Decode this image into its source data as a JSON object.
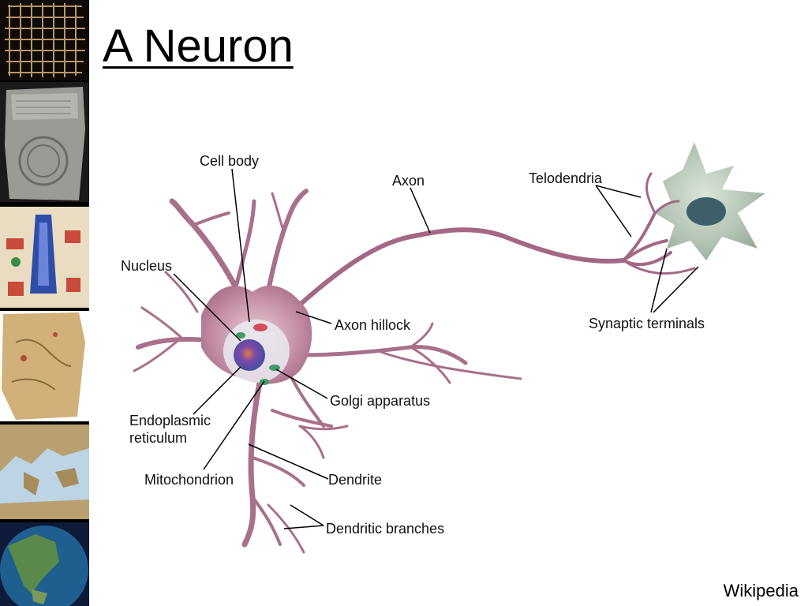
{
  "slide": {
    "title": "A Neuron",
    "credit": "Wikipedia"
  },
  "labels": {
    "cell_body": "Cell body",
    "axon": "Axon",
    "telodendria": "Telodendria",
    "nucleus": "Nucleus",
    "axon_hillock": "Axon hillock",
    "synaptic_terminals": "Synaptic terminals",
    "golgi_apparatus": "Golgi apparatus",
    "endoplasmic_reticulum_1": "Endoplasmic",
    "endoplasmic_reticulum_2": "reticulum",
    "mitochondrion": "Mitochondrion",
    "dendrite": "Dendrite",
    "dendritic_branches": "Dendritic branches"
  },
  "sidebar_images": [
    "grid-map",
    "clay-tablet-map",
    "medieval-map",
    "piri-reis-map",
    "mediterranean-map",
    "globe-map"
  ],
  "colors": {
    "neuron": "#b07890",
    "neuron_dark": "#8c4a6a",
    "target_cell": "#9fb3a4",
    "nucleus": "#3d4fa3"
  }
}
